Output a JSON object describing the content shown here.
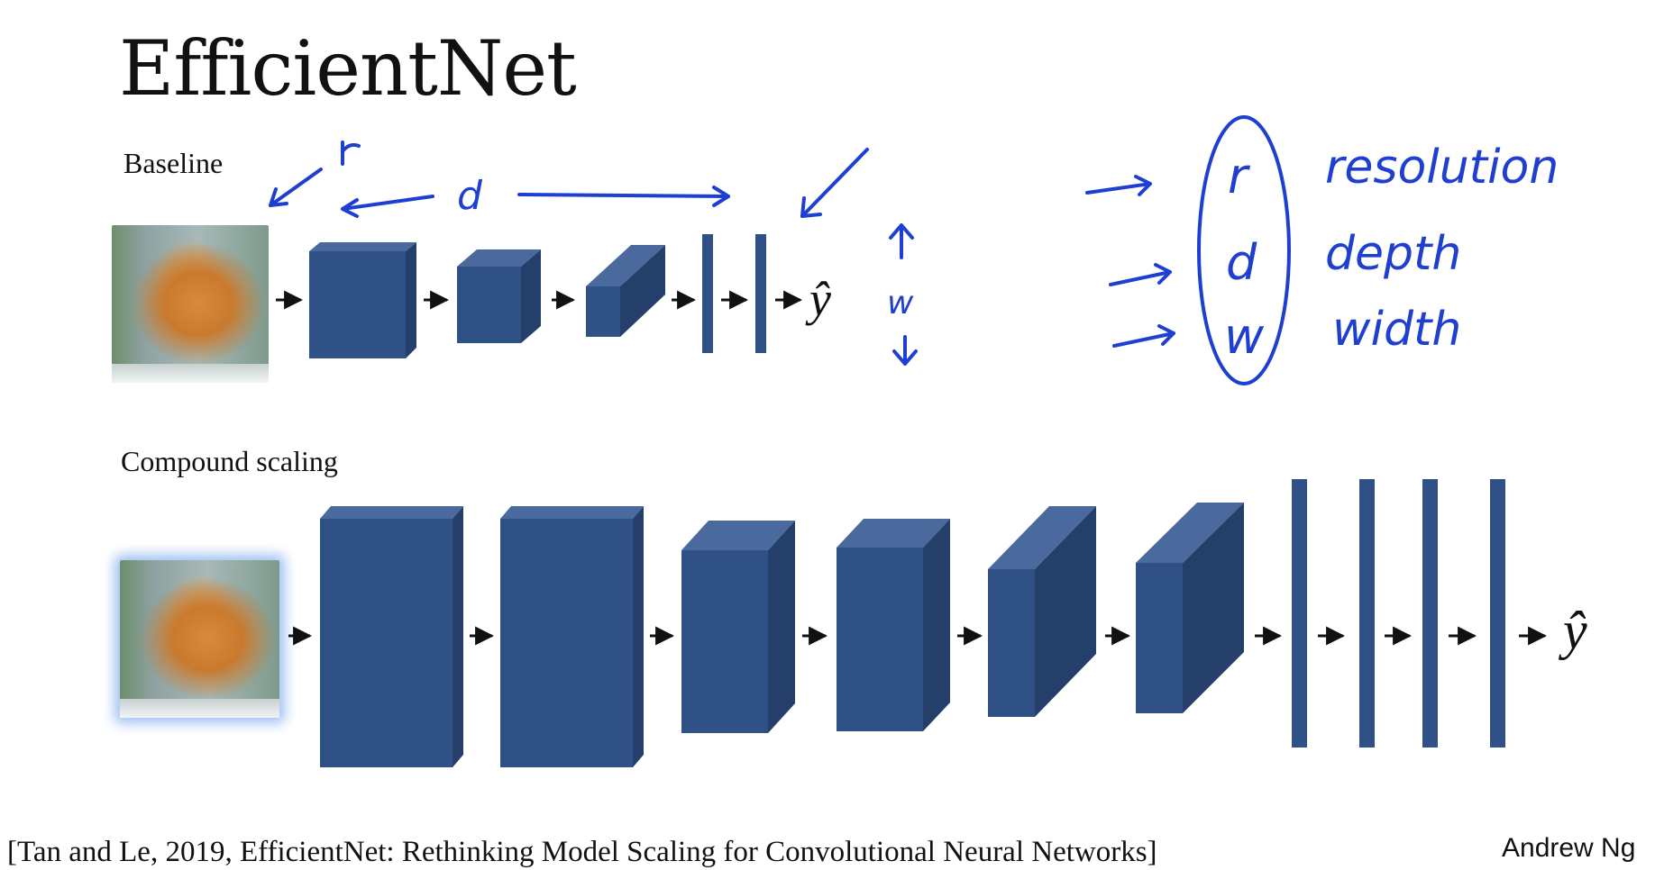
{
  "slide": {
    "title": "EfficientNet",
    "baseline_label": "Baseline",
    "compound_label": "Compound scaling",
    "citation": "[Tan and Le, 2019, EfficientNet: Rethinking Model Scaling for Convolutional Neural Networks]",
    "author": "Andrew Ng"
  },
  "diagram": {
    "output_symbol": "ŷ",
    "images": [
      {
        "name": "cat-photo-baseline",
        "caption": ""
      },
      {
        "name": "cat-photo-compound",
        "caption": ""
      }
    ]
  },
  "annotations": {
    "r": "r",
    "d": "d",
    "w": "w",
    "resolution": "resolution",
    "depth": "depth",
    "width": "width"
  },
  "colors": {
    "block_front": "#2f5185",
    "block_top": "#4a6a9e",
    "block_side": "#243f6a",
    "ink": "#1f3fd1"
  }
}
